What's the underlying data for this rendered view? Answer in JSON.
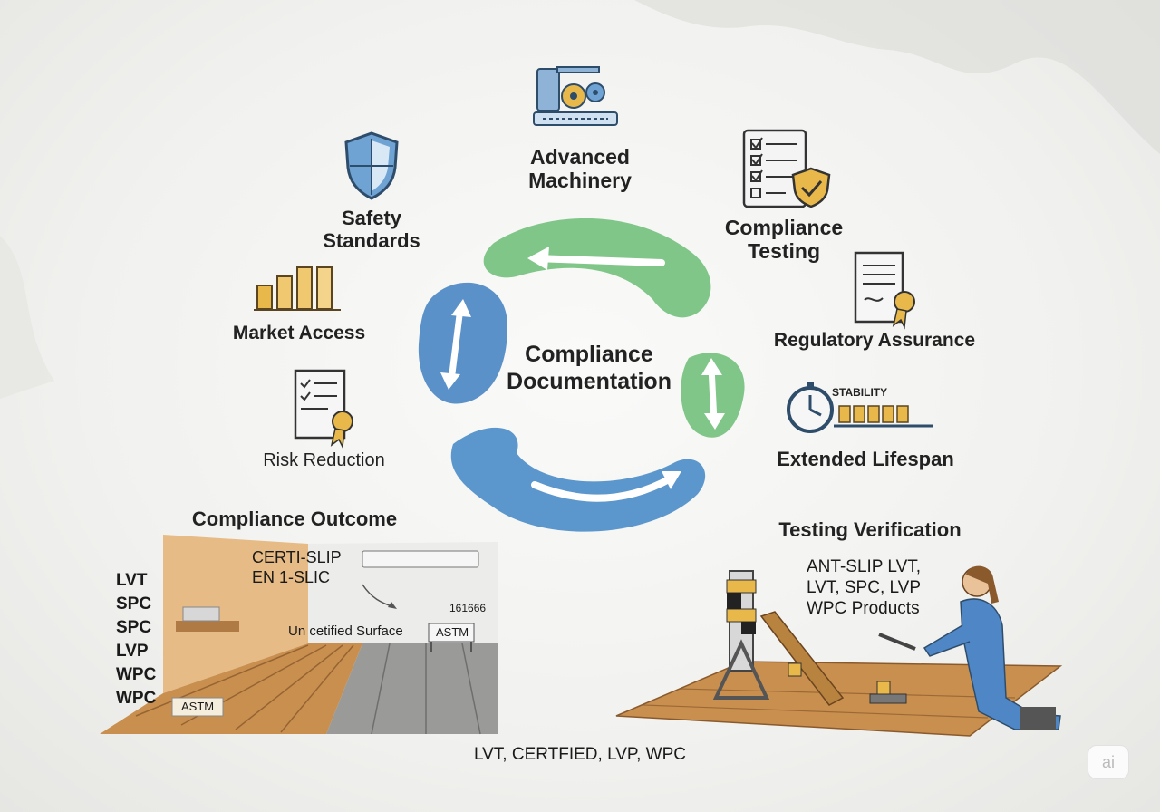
{
  "center": {
    "title_line1": "Compliance",
    "title_line2": "Documentation"
  },
  "nodes": {
    "advanced_machinery": {
      "line1": "Advanced",
      "line2": "Machinery",
      "icon": "machinery-gears-icon"
    },
    "safety_standards": {
      "line1": "Safety",
      "line2": "Standards",
      "icon": "shield-icon"
    },
    "compliance_testing": {
      "line1": "Compliance",
      "line2": "Testing",
      "icon": "checklist-shield-icon"
    },
    "market_access": {
      "label": "Market Access",
      "icon": "bar-chart-icon"
    },
    "regulatory_assurance": {
      "label": "Regulatory Assurance",
      "icon": "certificate-document-icon"
    },
    "risk_reduction": {
      "label": "Risk Reduction",
      "icon": "checklist-award-icon"
    },
    "extended_lifespan": {
      "label": "Extended Lifespan",
      "icon": "stopwatch-icon",
      "gauge_label": "STABILITY"
    }
  },
  "outcome": {
    "title": "Compliance Outcome",
    "products": [
      "LVT",
      "SPC",
      "SPC",
      "LVP",
      "WPC",
      "WPC"
    ],
    "sign_line1": "CERTI-SLIP",
    "sign_line2": "EN 1-SLIC",
    "surface_label": "Un cetified Surface",
    "code_label": "161666",
    "astm_right": "ASTM",
    "astm_left": "ASTM"
  },
  "verification": {
    "title": "Testing Verification",
    "line1": "ANT-SLIP LVT,",
    "line2": "LVT, SPC, LVP",
    "line3": "WPC Products"
  },
  "footer_caption": "LVT, CERTFIED, LVP, WPC",
  "watermark": "ai",
  "colors": {
    "blue": "#3f7fc1",
    "green": "#5fb46a",
    "teal": "#2e9c8e",
    "gold": "#e8b84a",
    "wood": "#c98f4f"
  }
}
